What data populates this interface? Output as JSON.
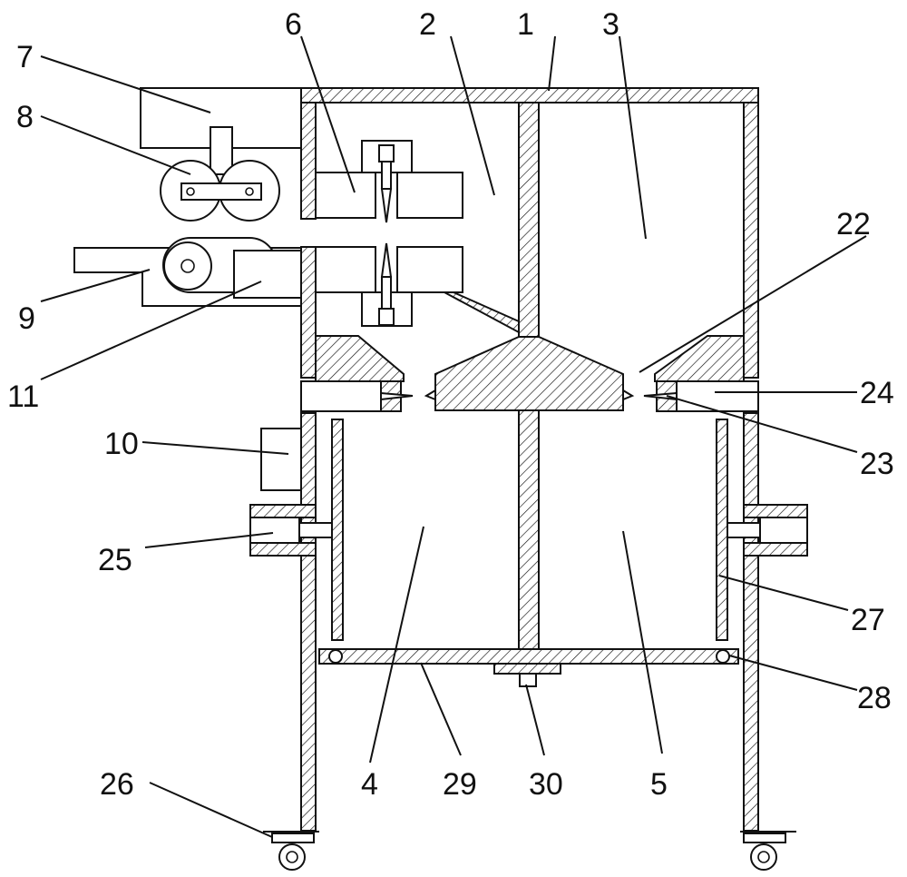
{
  "figure": {
    "labels": [
      {
        "id": "1",
        "text": "1"
      },
      {
        "id": "2",
        "text": "2"
      },
      {
        "id": "3",
        "text": "3"
      },
      {
        "id": "4",
        "text": "4"
      },
      {
        "id": "5",
        "text": "5"
      },
      {
        "id": "6",
        "text": "6"
      },
      {
        "id": "7",
        "text": "7"
      },
      {
        "id": "8",
        "text": "8"
      },
      {
        "id": "9",
        "text": "9"
      },
      {
        "id": "10",
        "text": "10"
      },
      {
        "id": "11",
        "text": "11"
      },
      {
        "id": "22",
        "text": "22"
      },
      {
        "id": "23",
        "text": "23"
      },
      {
        "id": "24",
        "text": "24"
      },
      {
        "id": "25",
        "text": "25"
      },
      {
        "id": "26",
        "text": "26"
      },
      {
        "id": "27",
        "text": "27"
      },
      {
        "id": "28",
        "text": "28"
      },
      {
        "id": "29",
        "text": "29"
      },
      {
        "id": "30",
        "text": "30"
      }
    ]
  },
  "colors": {
    "line": "#111111",
    "background": "#ffffff"
  }
}
